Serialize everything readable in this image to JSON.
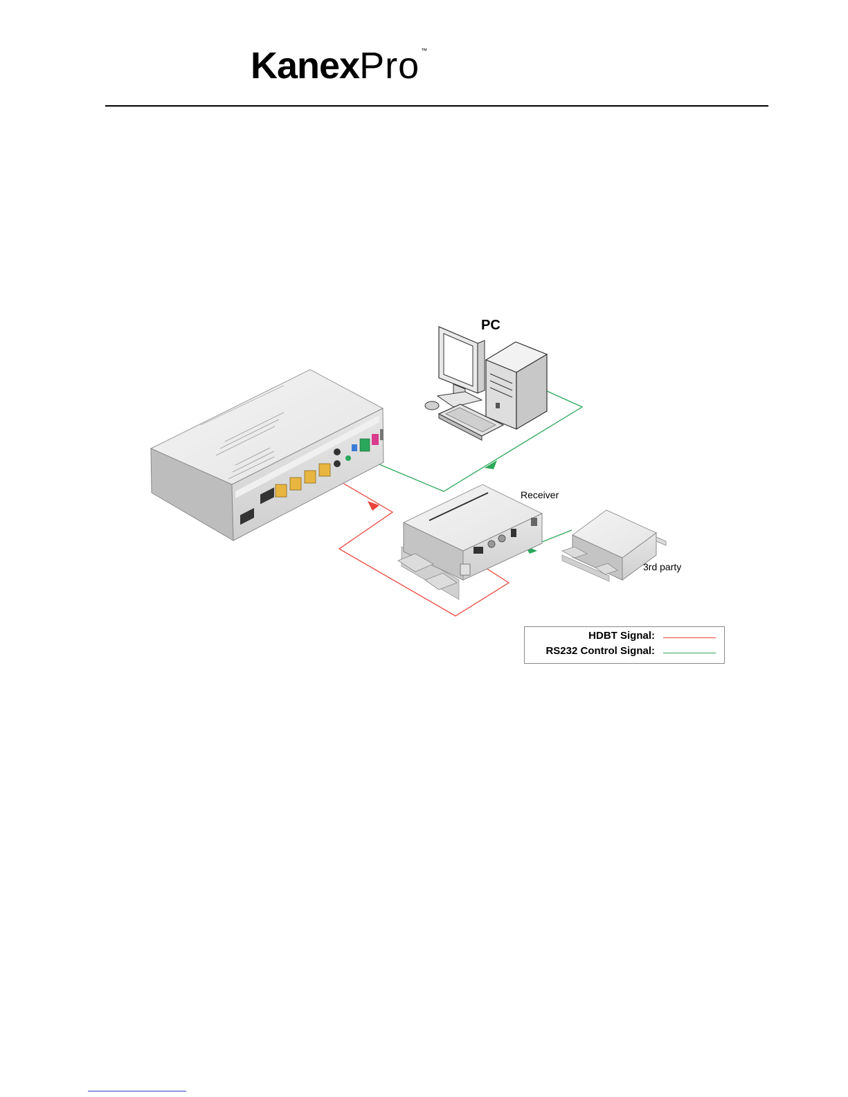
{
  "logo": {
    "brand_bold": "Kanex",
    "brand_light": "Pro",
    "trademark": "™"
  },
  "diagram": {
    "pc_label": "PC",
    "receiver_label": "Receiver",
    "third_party_label": "3rd party"
  },
  "legend": {
    "items": [
      {
        "label": "HDBT  Signal:",
        "color": "#e8463c"
      },
      {
        "label": "RS232 Control Signal:",
        "color": "#2aa75a"
      }
    ]
  },
  "colors": {
    "hdbt": "#e8463c",
    "rs232": "#2aa75a"
  }
}
